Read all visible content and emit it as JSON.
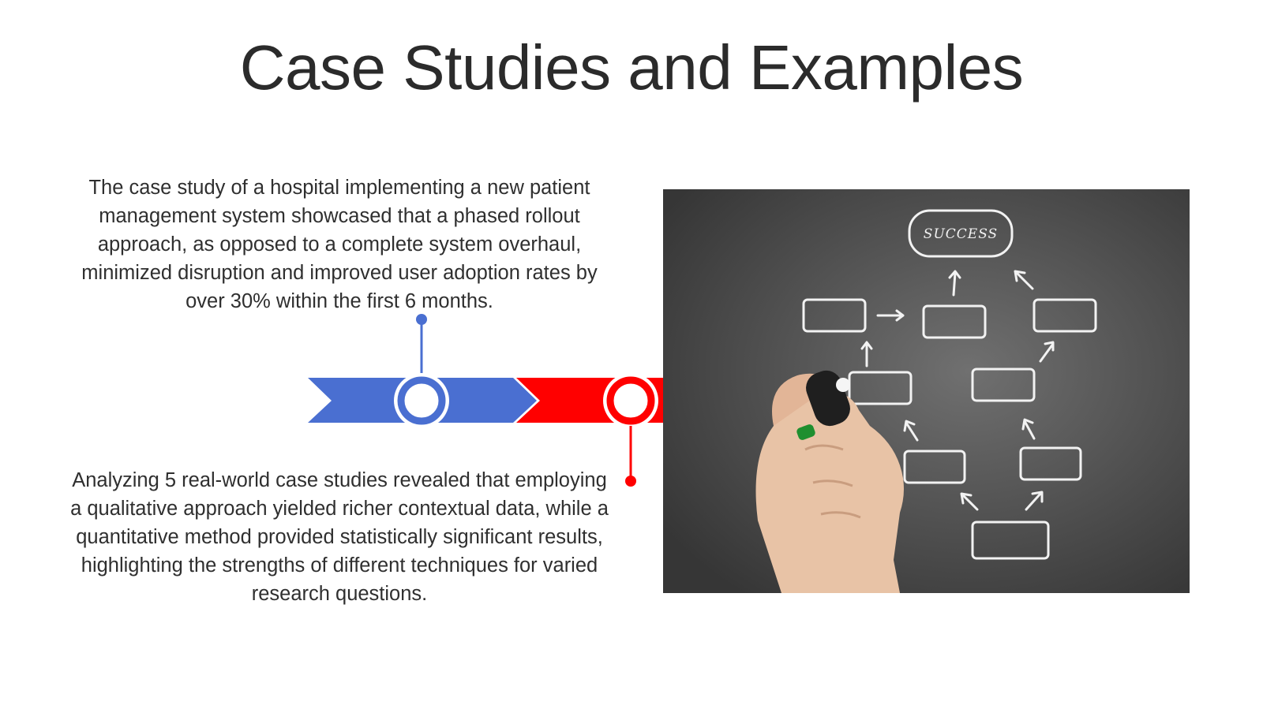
{
  "slide": {
    "title": "Case Studies and Examples"
  },
  "points": [
    {
      "text": "The case study of a hospital implementing a new patient management system showcased that a phased rollout approach, as opposed to a complete system overhaul, minimized disruption and improved user adoption rates by over 30% within the first 6 months."
    },
    {
      "text": "Analyzing 5 real-world case studies revealed that employing a qualitative approach yielded richer contextual data, while a quantitative method provided statistically significant results, highlighting the strengths of different techniques for varied research questions."
    }
  ],
  "image": {
    "board_label": "SUCCESS"
  },
  "colors": {
    "blue": "#4a6fd1",
    "red": "#ff0000",
    "board_dark": "#3d3d3d",
    "board_light": "#6e6e6e"
  }
}
